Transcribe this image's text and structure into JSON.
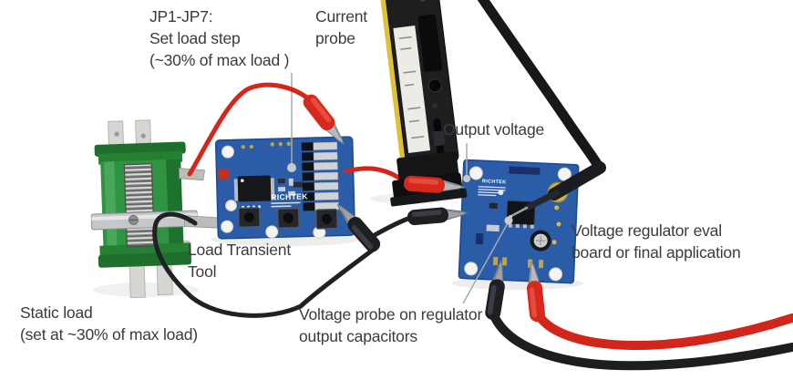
{
  "annotations": {
    "jp_setting": "JP1-JP7:\nSet load step\n(~30% of max load )",
    "current_probe": "Current\nprobe",
    "output_voltage": "Output voltage",
    "eval_board": "Voltage regulator eval\nboard or final application",
    "load_transient_tool": "Load Transient\nTool",
    "static_load": "Static load\n(set at ~30% of max load)",
    "voltage_probe": "Voltage probe on regulator\noutput capacitors"
  },
  "boards": {
    "ltt": {
      "brand": "RICHTEK"
    },
    "eval": {
      "brand": "RICHTEK"
    }
  },
  "colors": {
    "background": "#ffffff",
    "pcb_blue": "#2a5ca8",
    "wire_red": "#d5261b",
    "wire_black": "#202124",
    "resistor_green": "#2f9342",
    "probe_yellow": "#d8b43c",
    "annotation_text": "#3b3b3d",
    "leader_line": "#a8abad"
  }
}
